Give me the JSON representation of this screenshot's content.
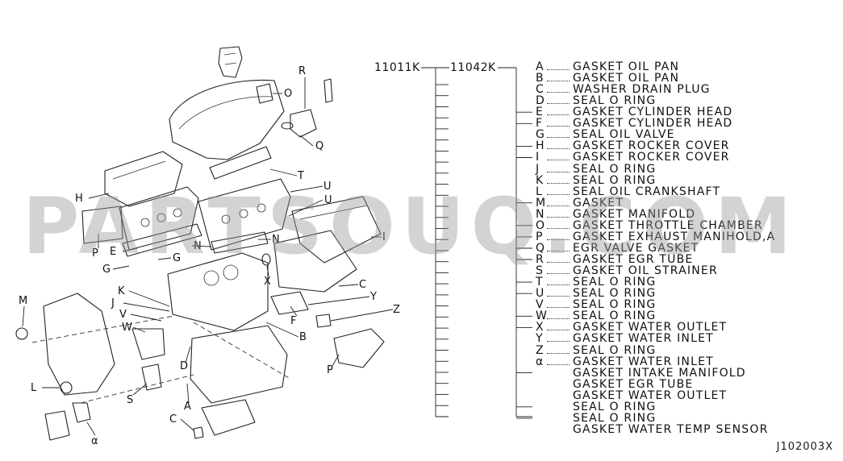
{
  "header": {
    "assembly_part_number": "11011K",
    "subassembly_part_number": "11042K"
  },
  "legend": {
    "rows": [
      {
        "letter": "A",
        "text": "GASKET OIL PAN"
      },
      {
        "letter": "B",
        "text": "GASKET OIL PAN"
      },
      {
        "letter": "C",
        "text": "WASHER DRAIN PLUG"
      },
      {
        "letter": "D",
        "text": "SEAL O RING"
      },
      {
        "letter": "E",
        "text": "GASKET CYLINDER HEAD"
      },
      {
        "letter": "F",
        "text": "GASKET CYLINDER HEAD"
      },
      {
        "letter": "G",
        "text": "SEAL OIL VALVE"
      },
      {
        "letter": "H",
        "text": "GASKET ROCKER COVER"
      },
      {
        "letter": "I",
        "text": "GASKET ROCKER COVER"
      },
      {
        "letter": "J",
        "text": "SEAL O RING"
      },
      {
        "letter": "K",
        "text": "SEAL O RING"
      },
      {
        "letter": "L",
        "text": "SEAL OIL CRANKSHAFT"
      },
      {
        "letter": "M",
        "text": "GASKET"
      },
      {
        "letter": "N",
        "text": "GASKET MANIFOLD"
      },
      {
        "letter": "O",
        "text": "GASKET THROTTLE CHAMBER"
      },
      {
        "letter": "P",
        "text": "GASKET EXHAUST MANIHOLD,A"
      },
      {
        "letter": "Q",
        "text": "EGR VALVE GASKET"
      },
      {
        "letter": "R",
        "text": "GASKET EGR TUBE"
      },
      {
        "letter": "S",
        "text": "GASKET OIL STRAINER"
      },
      {
        "letter": "T",
        "text": "SEAL O RING"
      },
      {
        "letter": "U",
        "text": "SEAL O RING"
      },
      {
        "letter": "V",
        "text": "SEAL O RING"
      },
      {
        "letter": "W",
        "text": "SEAL O RING"
      },
      {
        "letter": "X",
        "text": "GASKET WATER OUTLET"
      },
      {
        "letter": "Y",
        "text": "GASKET WATER INLET"
      },
      {
        "letter": "Z",
        "text": "SEAL O RING"
      },
      {
        "letter": "α",
        "text": "GASKET WATER INLET"
      },
      {
        "letter": "",
        "text": "GASKET INTAKE MANIFOLD"
      },
      {
        "letter": "",
        "text": "GASKET EGR TUBE"
      },
      {
        "letter": "",
        "text": "GASKET WATER OUTLET"
      },
      {
        "letter": "",
        "text": "SEAL O RING"
      },
      {
        "letter": "",
        "text": "SEAL O RING"
      },
      {
        "letter": "",
        "text": "GASKET WATER TEMP SENSOR"
      }
    ]
  },
  "diagram": {
    "callouts": [
      "R",
      "O",
      "Q",
      "T",
      "U",
      "U",
      "H",
      "P",
      "E",
      "G",
      "G",
      "N",
      "N",
      "I",
      "X",
      "C",
      "K",
      "J",
      "V",
      "W",
      "Y",
      "Z",
      "M",
      "L",
      "S",
      "A",
      "D",
      "B",
      "C",
      "P",
      "F",
      "α"
    ]
  },
  "watermark": {
    "text": "PARTSOUQ.COM"
  },
  "footer": {
    "drawing_code": "J102003X"
  },
  "colors": {
    "line": "#222222",
    "watermark": "#969696",
    "background": "#ffffff"
  }
}
